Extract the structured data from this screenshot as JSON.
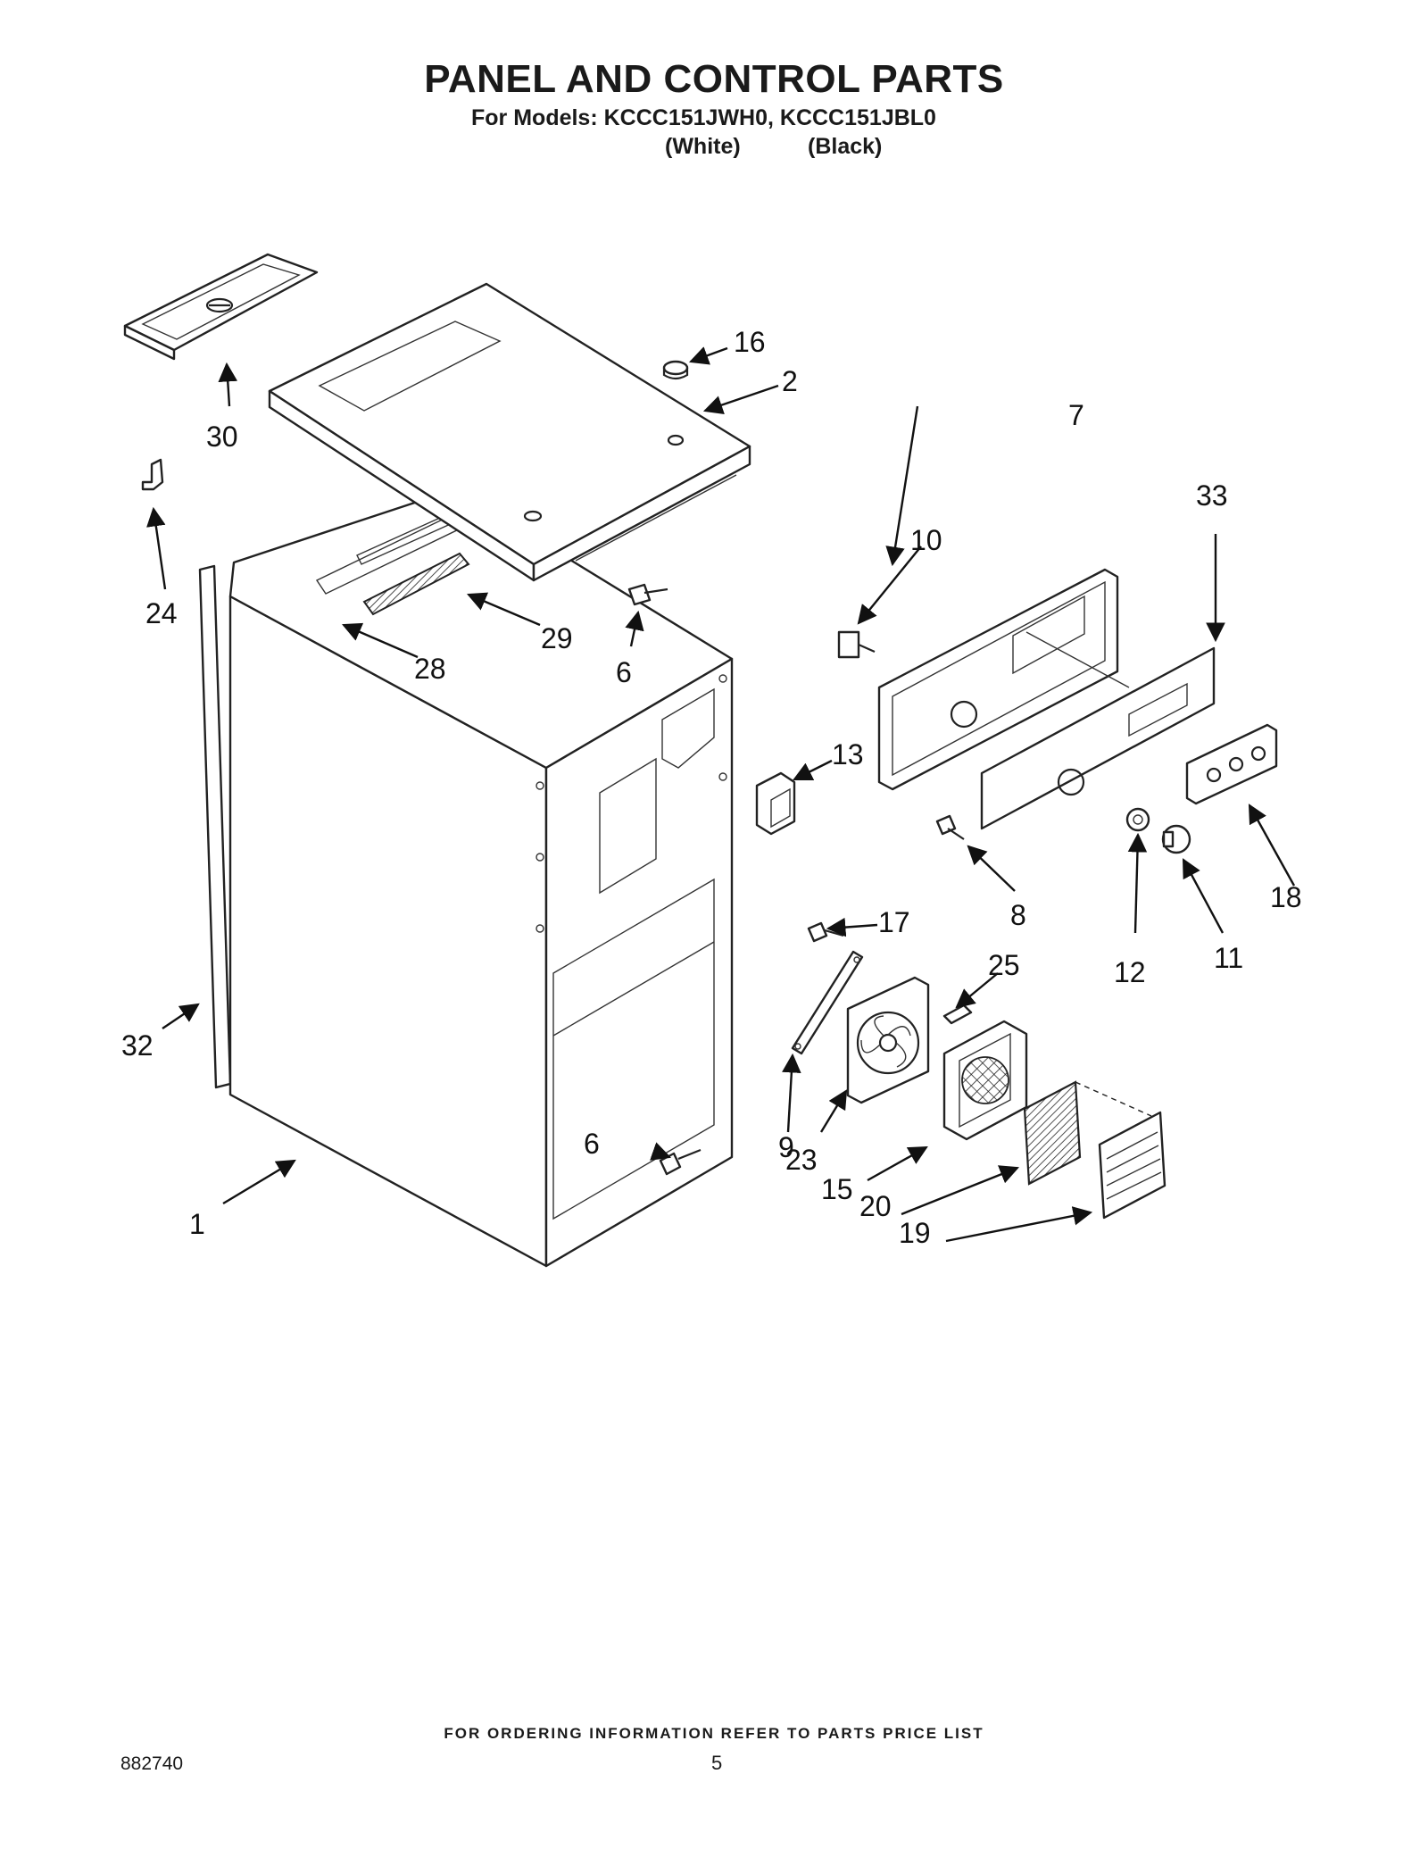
{
  "header": {
    "title": "PANEL AND CONTROL PARTS",
    "models": "For Models: KCCC151JWH0, KCCC151JBL0",
    "color_white": "(White)",
    "color_black": "(Black)"
  },
  "callouts": [
    "1",
    "2",
    "6",
    "6",
    "7",
    "8",
    "9",
    "10",
    "11",
    "12",
    "13",
    "15",
    "16",
    "17",
    "18",
    "19",
    "20",
    "23",
    "24",
    "25",
    "28",
    "29",
    "30",
    "32",
    "33"
  ],
  "footer": {
    "ordering": "FOR ORDERING INFORMATION REFER TO PARTS PRICE LIST",
    "doc_number": "882740",
    "page": "5"
  }
}
